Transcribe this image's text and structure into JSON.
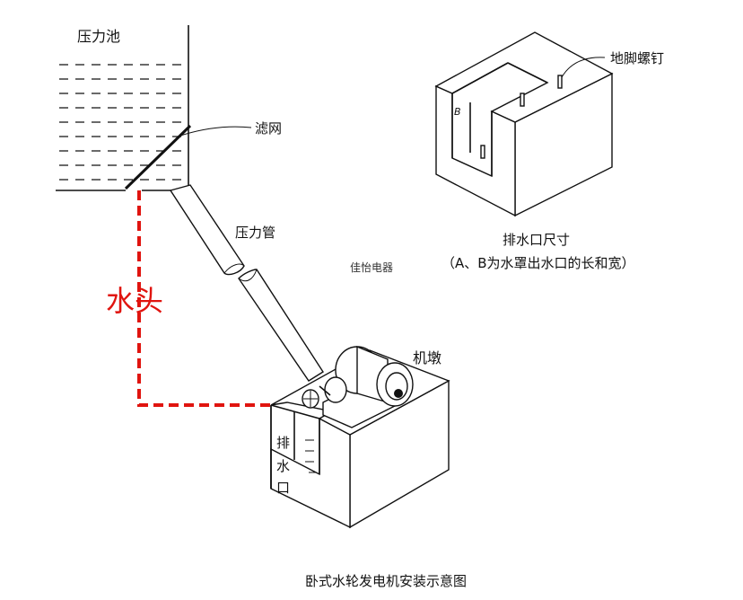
{
  "labels": {
    "pressure_tank": "压力池",
    "filter_screen": "滤网",
    "penstock": "压力管",
    "water_head": "水头",
    "outlet_size": "排水口尺寸",
    "outlet_note": "（A、B为水罩出水口的长和宽）",
    "anchor_bolt": "地脚螺钉",
    "brand": "佳怡电器",
    "pier": "机墩",
    "tailrace_1": "排",
    "tailrace_2": "水",
    "tailrace_3": "口",
    "dim_b": "B",
    "caption": "卧式水轮发电机安装示意图"
  },
  "colors": {
    "line": "#111111",
    "water_head": "#e0140f",
    "background": "#ffffff"
  }
}
